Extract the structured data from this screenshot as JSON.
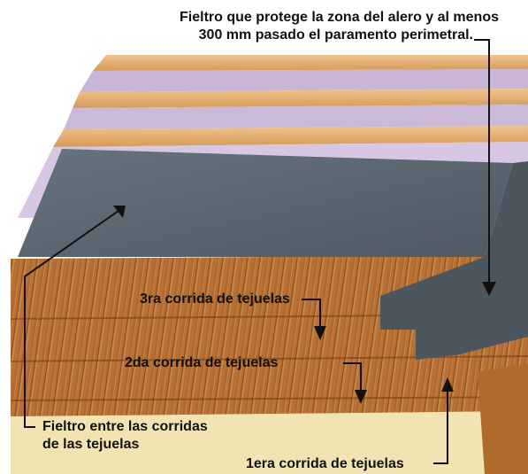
{
  "labels": {
    "top_line1": "Fieltro que protege la zona del alero y al menos",
    "top_line2": "300 mm pasado el paramento perimetral.",
    "third_course": "3ra corrida de tejuelas",
    "second_course": "2da corrida de tejuelas",
    "felt_line1": "Fieltro entre las corridas",
    "felt_line2": "de las tejuelas",
    "first_course": "1era corrida de tejuelas"
  },
  "colors": {
    "felt": "#5a6670",
    "shingle": "#b9733a",
    "batten": "#e6b27a",
    "insulation": "#c9b6d6",
    "board": "#f2e3b3",
    "arrow": "#111111"
  }
}
